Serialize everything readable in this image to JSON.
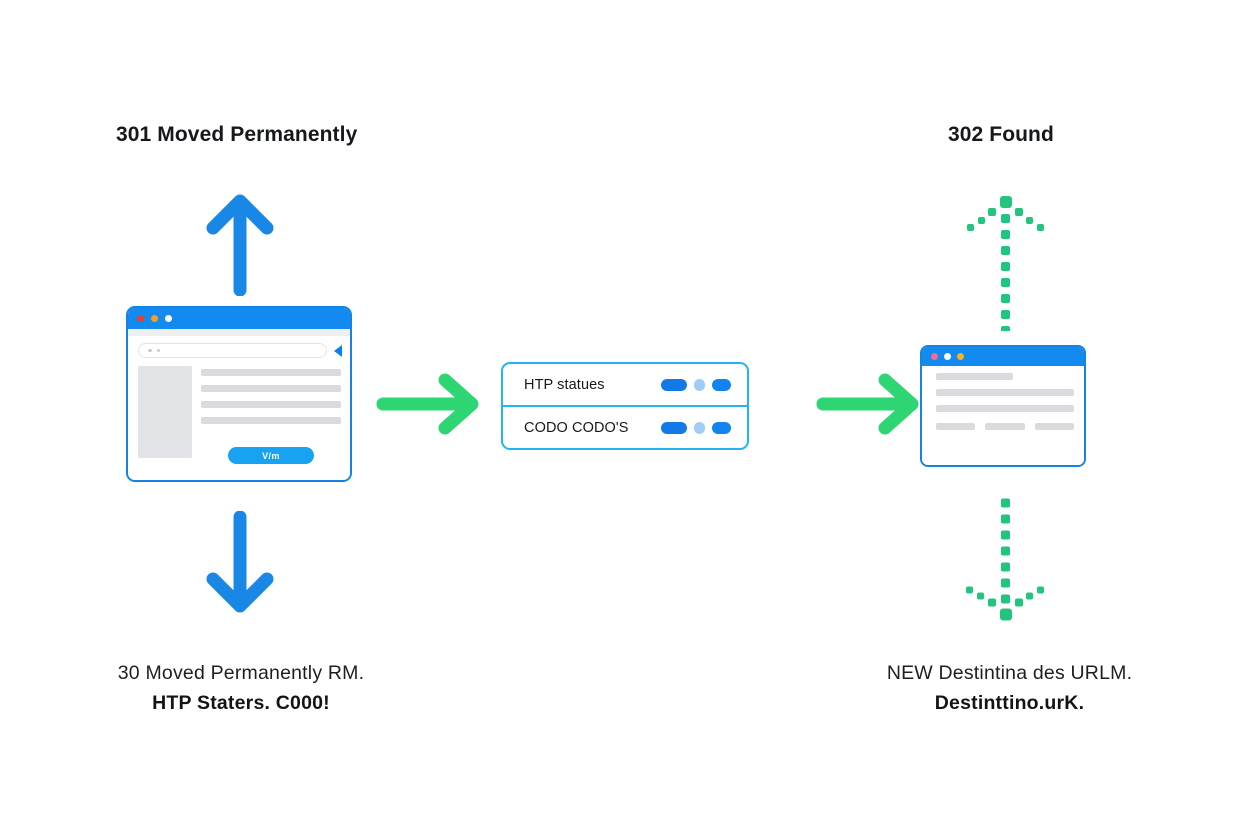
{
  "diagram": {
    "background_color": "#ffffff",
    "accent_blue": "#128af0",
    "accent_green": "#2ed573",
    "panel_blue": "#25b4f0"
  },
  "headings": {
    "left": "301 Moved Permanently",
    "right": "302 Found"
  },
  "captions": {
    "left": {
      "line1": "30 Moved Permanently RM.",
      "line2": "HTP Staters. C000!"
    },
    "right": {
      "line1": "NEW Destintina des URLM.",
      "line2": "Destinttino.urK."
    }
  },
  "browser_left": {
    "name": "origin-browser-window",
    "traffic_lights": [
      "red",
      "amber",
      "white"
    ],
    "url_placeholder": "",
    "cta_label": "V/m",
    "content_lines": 4
  },
  "browser_right": {
    "name": "destination-browser-window",
    "traffic_lights": [
      "pink",
      "white",
      "yellow"
    ],
    "content_lines": 3,
    "footer_blocks": 3
  },
  "server_panel": {
    "rows": [
      {
        "label": "HTP statues",
        "indicators": [
          "large",
          "small",
          "medium"
        ]
      },
      {
        "label": "CODO CODO'S",
        "indicators": [
          "large",
          "small",
          "medium"
        ]
      }
    ]
  },
  "arrows": {
    "up_left": "blue-solid-up",
    "down_left": "blue-solid-down",
    "right_one": "green-solid-right",
    "right_two": "green-solid-right",
    "up_right": "green-dotted-up",
    "down_right": "green-dotted-down"
  }
}
